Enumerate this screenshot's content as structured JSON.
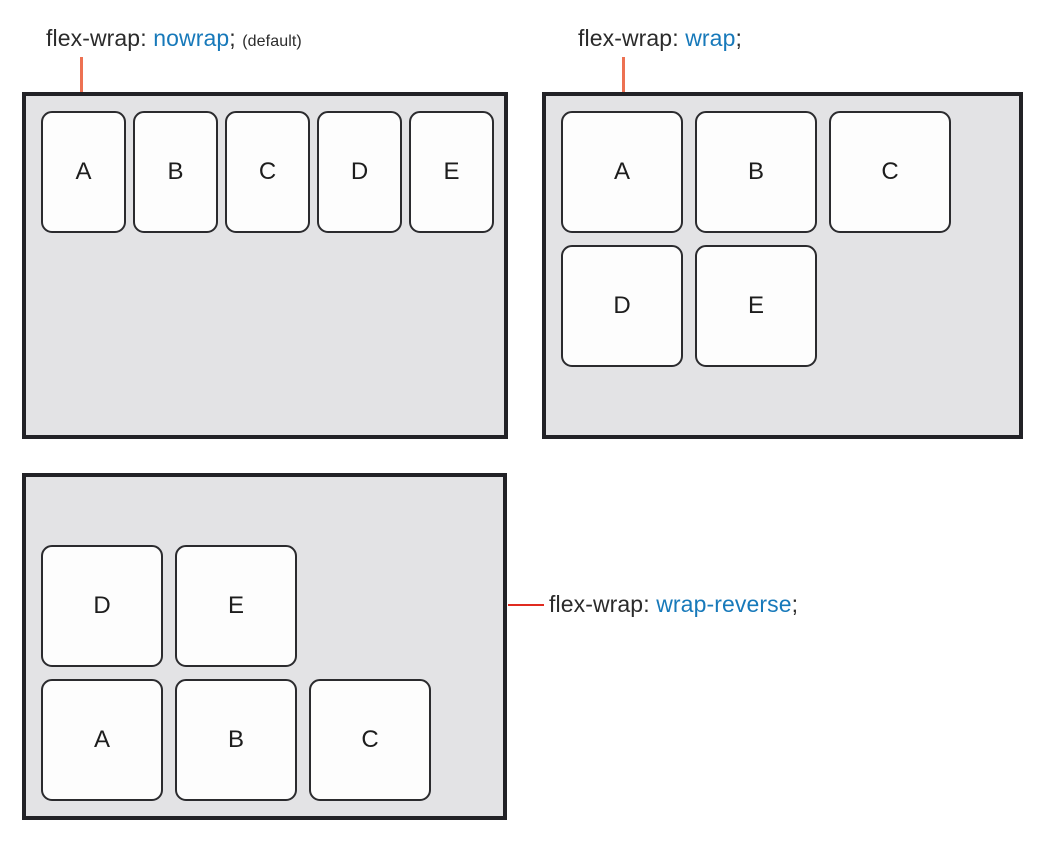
{
  "page": {
    "topic": "CSS flex-wrap property",
    "colors": {
      "keyword_blue": "#1779ba",
      "text_dark": "#2b2b2b",
      "container_fill": "#e3e3e5",
      "container_border": "#222226",
      "item_fill": "#fdfdfd",
      "item_border": "#2b2b2e",
      "connector_orange": "#ed7152",
      "connector_red": "#e02b20"
    }
  },
  "examples": [
    {
      "id": "nowrap",
      "label": {
        "property": "flex-wrap:",
        "value": "nowrap",
        "semicolon": ";",
        "note": "(default)"
      },
      "connector": "vertical-orange",
      "items": [
        "A",
        "B",
        "C",
        "D",
        "E"
      ],
      "rows": [
        [
          "A",
          "B",
          "C",
          "D",
          "E"
        ]
      ]
    },
    {
      "id": "wrap",
      "label": {
        "property": "flex-wrap:",
        "value": "wrap",
        "semicolon": ";",
        "note": ""
      },
      "connector": "vertical-orange",
      "items": [
        "A",
        "B",
        "C",
        "D",
        "E"
      ],
      "rows": [
        [
          "A",
          "B",
          "C"
        ],
        [
          "D",
          "E"
        ]
      ]
    },
    {
      "id": "wrap-reverse",
      "label": {
        "property": "flex-wrap:",
        "value": "wrap-reverse",
        "semicolon": ";",
        "note": ""
      },
      "connector": "horizontal-red",
      "items": [
        "A",
        "B",
        "C",
        "D",
        "E"
      ],
      "rows": [
        [
          "D",
          "E"
        ],
        [
          "A",
          "B",
          "C"
        ]
      ]
    }
  ]
}
